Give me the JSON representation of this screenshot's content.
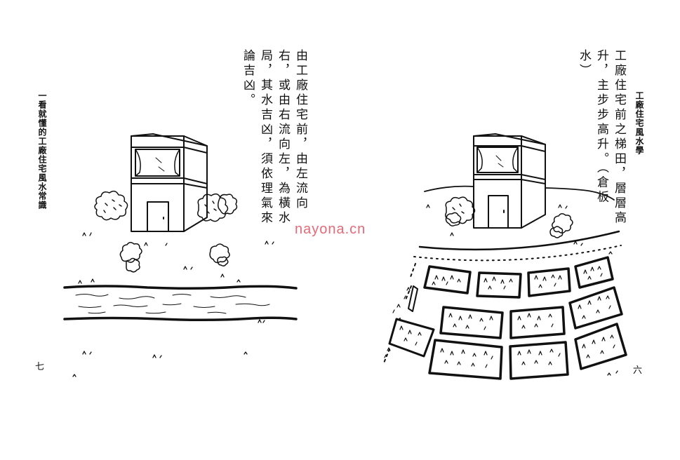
{
  "left_page": {
    "running_title": "一看就懂的工廠住宅風水常識",
    "page_number": "七",
    "body_columns": [
      "由工廠住宅前，由左流向",
      "右，或由右流向左，為橫水",
      "局，其水吉凶，須依理氣來",
      "論吉凶。"
    ]
  },
  "right_page": {
    "running_title": "工廠住宅風水學",
    "page_number": "六",
    "body_columns": [
      "工廠住宅前之梯田，層層高",
      "升，主步步高升。（倉板",
      "水）"
    ]
  },
  "watermark": "nayona.cn",
  "icons": [
    "factory-illustration-left",
    "river-illustration",
    "factory-illustration-right",
    "terraced-fields-illustration",
    "shrub-icon"
  ],
  "colors": {
    "ink": "#111111",
    "paper": "#ffffff",
    "watermark": "#e36a78"
  }
}
